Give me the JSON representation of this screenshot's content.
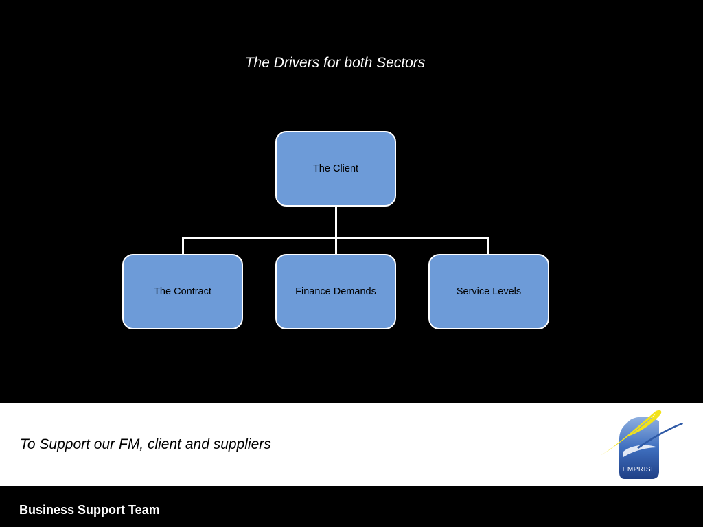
{
  "slide": {
    "title": "The Drivers for both Sectors"
  },
  "diagram": {
    "root": {
      "label": "The Client"
    },
    "children": [
      {
        "label": "The Contract"
      },
      {
        "label": "Finance Demands"
      },
      {
        "label": "Service Levels"
      }
    ],
    "node_fill": "#6d9bd8",
    "node_border": "#ffffff",
    "connector_color": "#ffffff"
  },
  "band": {
    "tagline": "To Support our FM, client and suppliers"
  },
  "logo": {
    "icon": "emprise-logo-icon",
    "text": "EMPRISE",
    "colors": {
      "blue": "#2f5aa6",
      "yellow": "#f2e21b"
    }
  },
  "footer": {
    "team": "Business Support Team"
  }
}
